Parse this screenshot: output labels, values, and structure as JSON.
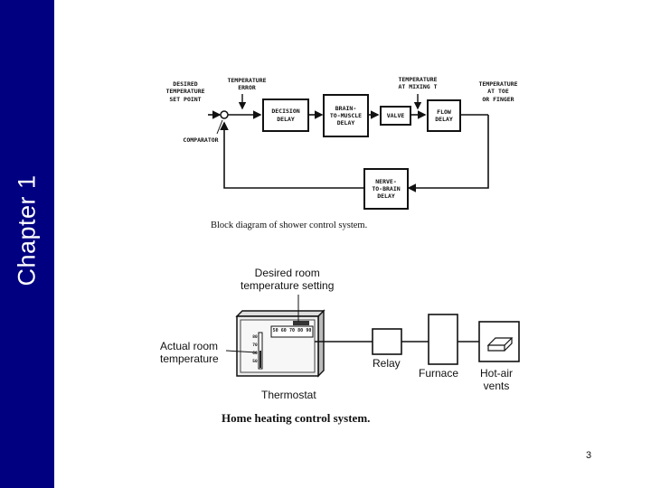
{
  "sidebar": {
    "title": "Chapter 1",
    "color": "#000080"
  },
  "shower_diagram": {
    "inputs": {
      "desired_setpoint": "DESIRED\nTEMPERATURE\nSET POINT",
      "temperature_error": "TEMPERATURE\nERROR",
      "comparator": "COMPARATOR",
      "temp_at_mixing": "TEMPERATURE\nAT MIXING T",
      "temp_at_toe": "TEMPERATURE\nAT TOE\nOR FINGER"
    },
    "blocks": {
      "decision_delay": "DECISION\nDELAY",
      "brain_to_muscle": "BRAIN-\nTO-MUSCLE\nDELAY",
      "valve": "VALVE",
      "flow_delay": "FLOW\nDELAY",
      "nerve_to_brain": "NERVE-\nTO-BRAIN\nDELAY"
    },
    "caption": "Block diagram of shower control system."
  },
  "heating_diagram": {
    "labels": {
      "desired_room": "Desired room\ntemperature setting",
      "actual_room": "Actual room\ntemperature",
      "thermostat": "Thermostat",
      "relay": "Relay",
      "furnace": "Furnace",
      "hot_air_vents": "Hot-air\nvents"
    },
    "dial_scale": [
      "50",
      "60",
      "70",
      "80",
      "90"
    ],
    "thermo_scale": [
      "80",
      "70",
      "60",
      "50"
    ],
    "caption": "Home heating control system."
  },
  "page_number": "3"
}
